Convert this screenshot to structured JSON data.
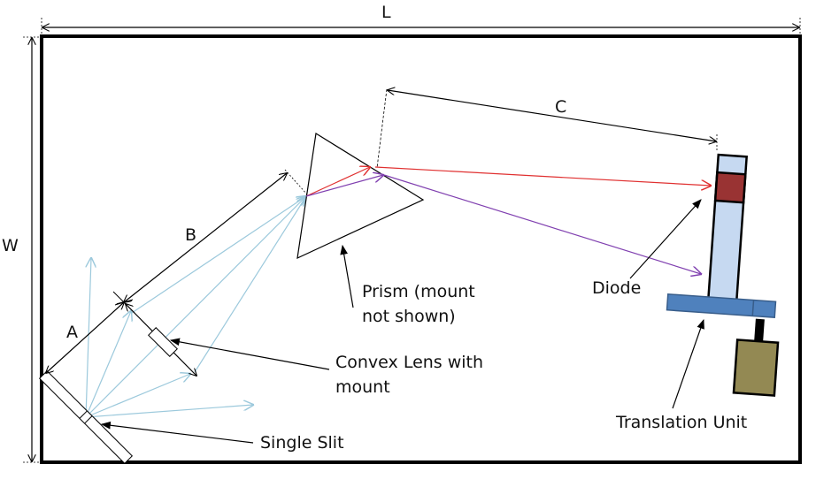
{
  "title": "Single slit spectrometer setup",
  "dimensions": {
    "length": "L",
    "width": "W",
    "slit_to_lens": "A",
    "lens_to_prism": "B",
    "prism_to_diode": "C"
  },
  "labels": {
    "prism": "Prism (mount\nnot shown)",
    "lens": "Convex Lens with\nmount",
    "slit": "Single Slit",
    "diode": "Diode",
    "translation_unit": "Translation Unit"
  },
  "colors": {
    "frame": "#000000",
    "incident_rays": "#9cc9dc",
    "red_ray": "#e03030",
    "violet_ray": "#8040b0",
    "diode": "#993333",
    "detector_column": "#c6d9f1",
    "translation_stage": "#4f81bd",
    "motor": "#938953"
  }
}
